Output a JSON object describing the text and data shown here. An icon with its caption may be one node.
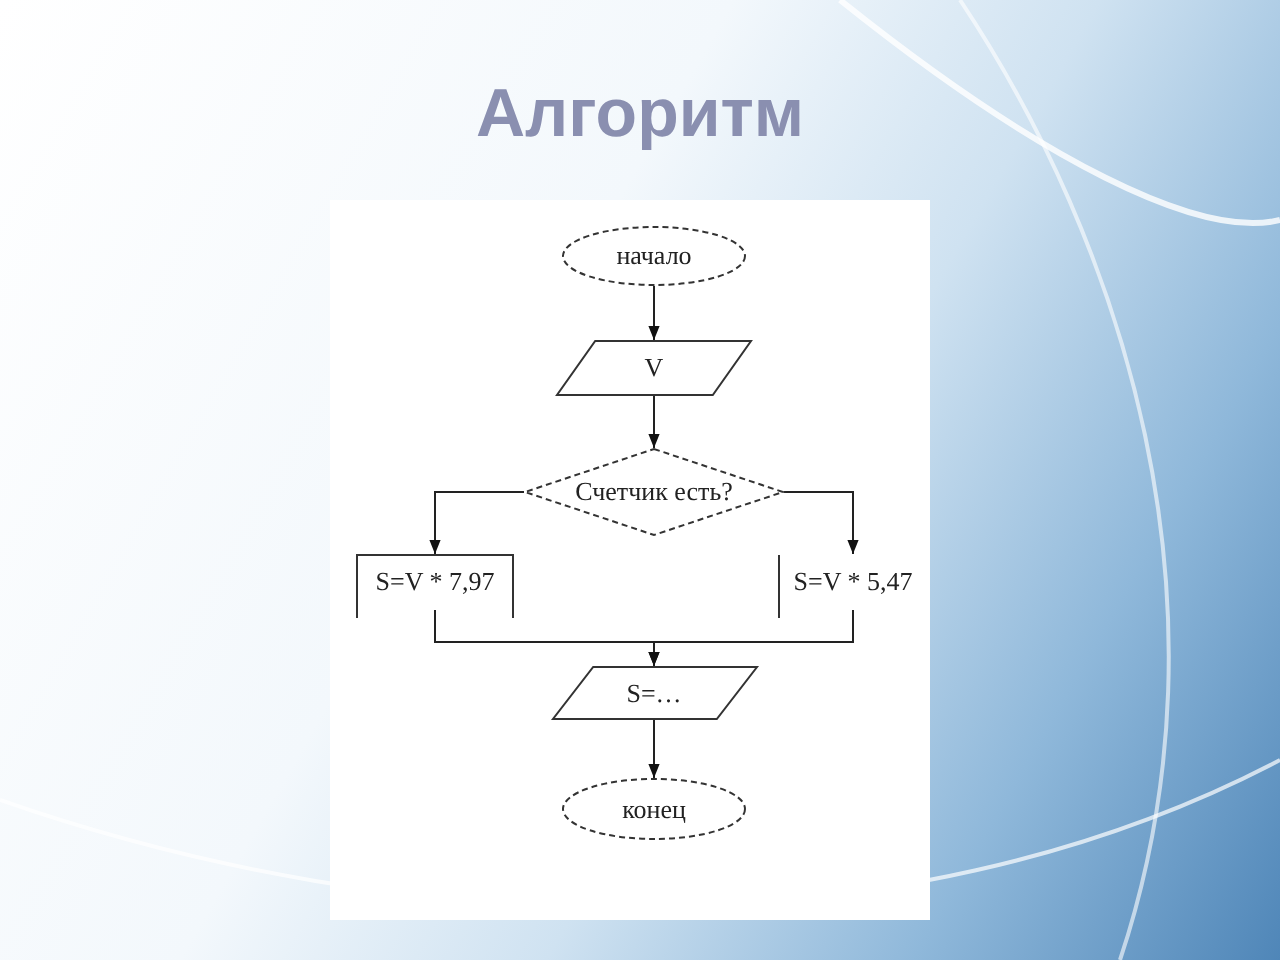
{
  "diagram": {
    "title": "Алгоритм",
    "nodes": [
      {
        "text": [
          "начало"
        ]
      },
      {
        "text": [
          "V"
        ]
      },
      {
        "text": [
          "Счетчик есть?"
        ]
      },
      {
        "text": [
          "S=V * 7,97"
        ]
      },
      {
        "text": [
          "S=V * 5,47"
        ]
      },
      {
        "text": [
          "S=…"
        ]
      },
      {
        "text": [
          "конец"
        ]
      }
    ],
    "edges": [
      {
        "from": 0,
        "to": 1,
        "arrow": "to"
      },
      {
        "from": 1,
        "to": 2,
        "arrow": "to"
      },
      {
        "from": 2,
        "to": 3,
        "arrow": "to"
      },
      {
        "from": 2,
        "to": 4,
        "arrow": "to"
      },
      {
        "from": 3,
        "to": 5,
        "arrow": "to"
      },
      {
        "from": 4,
        "to": 5,
        "arrow": "to"
      },
      {
        "from": 5,
        "to": 6,
        "arrow": "to"
      }
    ]
  }
}
